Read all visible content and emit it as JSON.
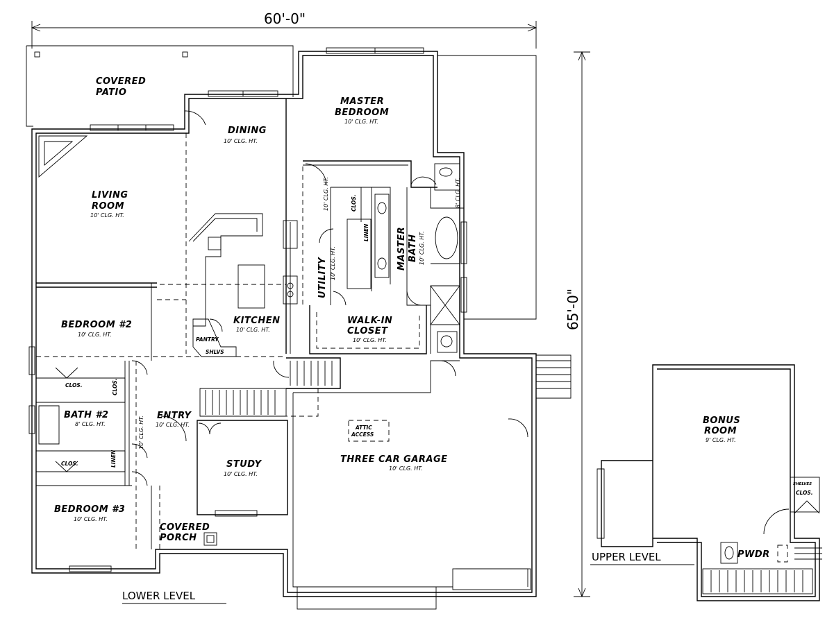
{
  "dimensions": {
    "width": "60'-0\"",
    "depth": "65'-0\""
  },
  "levels": {
    "lower": "LOWER LEVEL",
    "upper": "UPPER LEVEL"
  },
  "rooms": {
    "covered_patio": {
      "line1": "COVERED",
      "line2": "PATIO"
    },
    "dining": {
      "name": "DINING",
      "ceiling": "10' CLG. HT."
    },
    "master_bedroom": {
      "line1": "MASTER",
      "line2": "BEDROOM",
      "ceiling": "10' CLG. HT."
    },
    "living_room": {
      "line1": "LIVING",
      "line2": "ROOM",
      "ceiling": "10' CLG. HT."
    },
    "master_bath": {
      "line1": "MASTER",
      "line2": "BATH",
      "ceiling": "10' CLG. HT."
    },
    "master_wc": {
      "ceiling": "8' CLG. HT."
    },
    "utility": {
      "name": "UTILITY",
      "ceiling": "10' CLG. HT."
    },
    "hall": {
      "ceiling": "10' CLG. HT."
    },
    "bedroom2": {
      "name": "BEDROOM #2",
      "ceiling": "10' CLG. HT."
    },
    "kitchen": {
      "name": "KITCHEN",
      "ceiling": "10' CLG. HT."
    },
    "walk_in_closet": {
      "line1": "WALK-IN",
      "line2": "CLOSET",
      "ceiling": "10' CLG. HT."
    },
    "bath2": {
      "name": "BATH #2",
      "ceiling": "8' CLG. HT."
    },
    "bed_hall": {
      "ceiling": "10' CLG. HT."
    },
    "entry": {
      "name": "ENTRY",
      "ceiling": "10' CLG. HT."
    },
    "study": {
      "name": "STUDY",
      "ceiling": "10' CLG. HT."
    },
    "garage": {
      "name": "THREE CAR GARAGE",
      "ceiling": "10' CLG. HT."
    },
    "bedroom3": {
      "name": "BEDROOM #3",
      "ceiling": "10' CLG. HT."
    },
    "covered_porch": {
      "line1": "COVERED",
      "line2": "PORCH"
    },
    "bonus_room": {
      "line1": "BONUS",
      "line2": "ROOM",
      "ceiling": "9' CLG. HT."
    }
  },
  "labels": {
    "pantry": "PANTRY",
    "shelves": "SHLVS",
    "clos": "CLOS.",
    "linen": "LINEN",
    "attic_line1": "ATTIC",
    "attic_line2": "ACCESS",
    "upper_shelves": "SHELVES",
    "pwdr": "PWDR"
  }
}
